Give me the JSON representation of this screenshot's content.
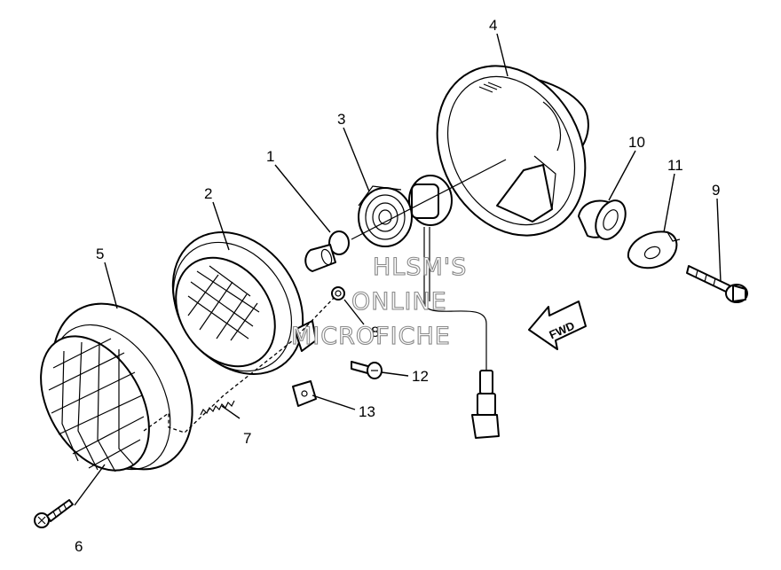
{
  "diagram": {
    "callouts": [
      {
        "id": "1",
        "label": "1"
      },
      {
        "id": "2",
        "label": "2"
      },
      {
        "id": "3",
        "label": "3"
      },
      {
        "id": "4",
        "label": "4"
      },
      {
        "id": "5",
        "label": "5"
      },
      {
        "id": "6",
        "label": "6"
      },
      {
        "id": "7",
        "label": "7"
      },
      {
        "id": "8",
        "label": "8"
      },
      {
        "id": "9",
        "label": "9"
      },
      {
        "id": "10",
        "label": "10"
      },
      {
        "id": "11",
        "label": "11"
      },
      {
        "id": "12",
        "label": "12"
      },
      {
        "id": "13",
        "label": "13"
      }
    ],
    "direction_arrow": {
      "label": "FWD"
    },
    "watermark": {
      "lines": [
        "HLSM'S",
        "ONLINE",
        "MICROFICHE"
      ]
    }
  }
}
